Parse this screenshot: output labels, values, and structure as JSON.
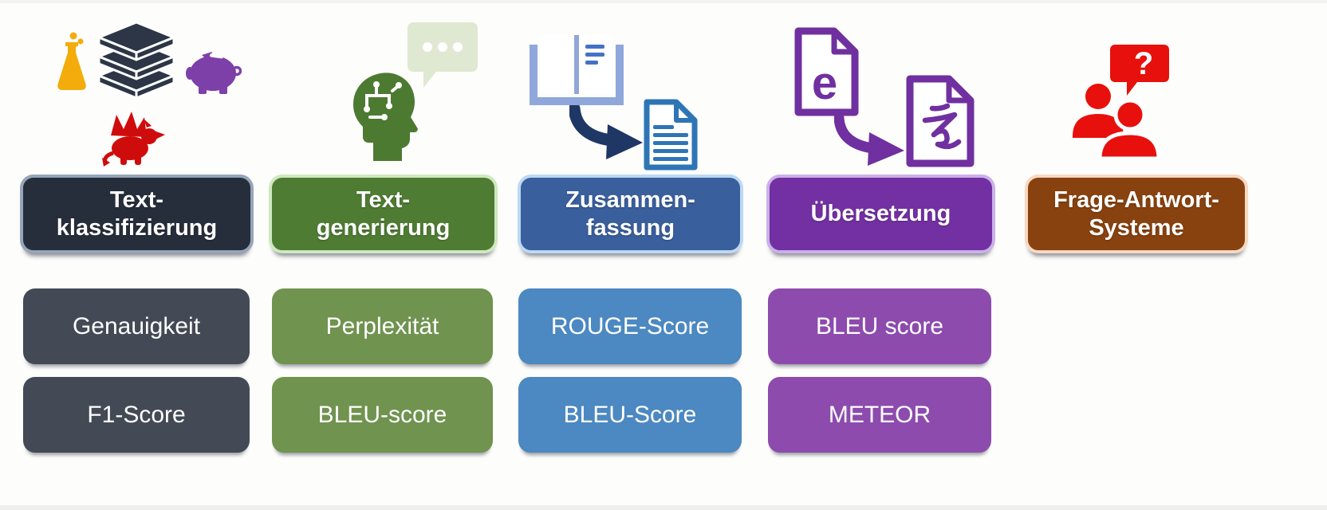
{
  "background": "#fdfdfb",
  "columns": [
    {
      "key": "text_klassifizierung",
      "header": {
        "label": "Text-\nklassifizierung",
        "bg": "#272e3b",
        "border": "#96a5b8"
      },
      "metric_bg": "#434a55",
      "metrics": [
        "Genauigkeit",
        "F1-Score"
      ],
      "icons": [
        "flask-icon",
        "books-icon",
        "piggy-bank-icon",
        "dragon-icon"
      ]
    },
    {
      "key": "text_generierung",
      "header": {
        "label": "Text-\ngenerierung",
        "bg": "#4e7c33",
        "border": "#cfe8bf"
      },
      "metric_bg": "#70934f",
      "metrics": [
        "Perplexität",
        "BLEU-score"
      ],
      "icons": [
        "speech-bubble-dots-icon",
        "ai-head-icon"
      ]
    },
    {
      "key": "zusammenfassung",
      "header": {
        "label": "Zusammen-\nfassung",
        "bg": "#3a5f9d",
        "border": "#bcd9f2"
      },
      "metric_bg": "#4c88c1",
      "metrics": [
        "ROUGE-Score",
        "BLEU-Score"
      ],
      "icons": [
        "open-book-icon",
        "curved-arrow-icon",
        "document-icon"
      ]
    },
    {
      "key": "uebersetzung",
      "header": {
        "label": "Übersetzung",
        "bg": "#7330a2",
        "border": "#cab1e8"
      },
      "metric_bg": "#8d4bae",
      "metrics": [
        "BLEU score",
        "METEOR"
      ],
      "icons": [
        "source-document-icon",
        "curved-arrow-icon",
        "translated-document-icon"
      ]
    },
    {
      "key": "frage_antwort_systeme",
      "header": {
        "label": "Frage-Antwort-\nSysteme",
        "bg": "#88420f",
        "border": "#f7d8c2"
      },
      "metric_bg": null,
      "metrics": [],
      "icons": [
        "question-bubble-icon",
        "people-icon"
      ]
    }
  ],
  "glyphs": {
    "source_char": "e",
    "target_char": "え",
    "question_mark": "?"
  },
  "icon_colors": {
    "flask": "#f3ac0b",
    "books": "#2d3646",
    "piggy": "#7d3fa8",
    "dragon": "#cf0c0c",
    "head_green": "#4c7a31",
    "bubble_pale": "#dfe9d2",
    "book_periwinkle": "#8fa7da",
    "book_lines": "#4472c4",
    "arrow_navy": "#1e3765",
    "doc_blue": "#2e75b6",
    "translation_purple": "#7030a0",
    "qa_red": "#e8100c"
  }
}
